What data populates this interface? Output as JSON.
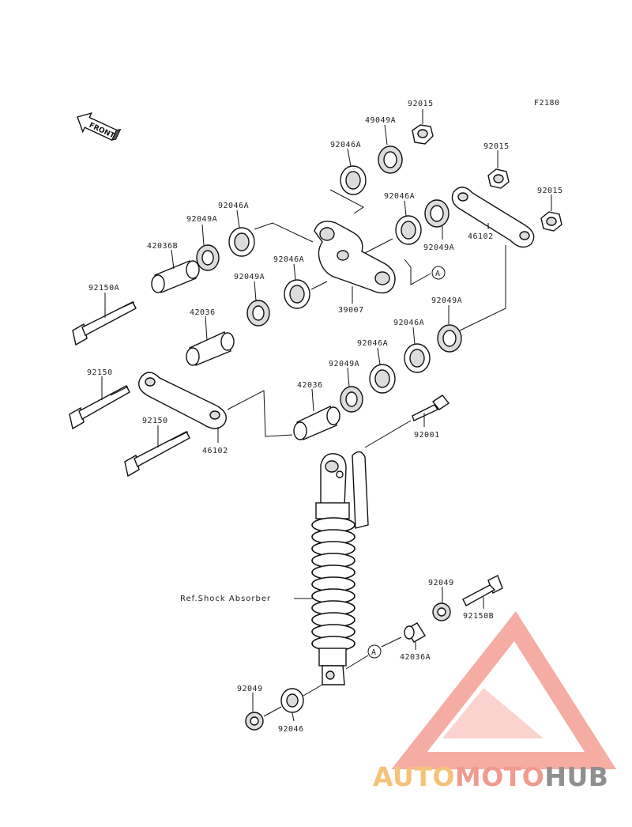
{
  "figure": {
    "code": "F2180",
    "front_label": "FRONT"
  },
  "labels": {
    "p92015a": "92015",
    "p49049a": "49049A",
    "p92046a_1": "92046A",
    "p92015b": "92015",
    "p92015c": "92015",
    "p92046a_2": "92046A",
    "p92046a_3": "92046A",
    "p92049a_1": "92049A",
    "p42036b": "42036B",
    "p92049a_2": "92049A",
    "p46102_1": "46102",
    "p92046a_4": "92046A",
    "p92150a": "92150A",
    "p92049a_3": "92049A",
    "p39007": "39007",
    "p92049a_4": "92049A",
    "p42036_1": "42036",
    "p92046a_5": "92046A",
    "p92046a_6": "92046A",
    "p92150_1": "92150",
    "p92049a_5": "92049A",
    "p42036_2": "42036",
    "p92150_2": "92150",
    "p92001": "92001",
    "p46102_2": "46102",
    "ref_shock": "Ref.Shock Absorber",
    "p92049_1": "92049",
    "p92150b": "92150B",
    "p42036a": "42036A",
    "p92049_2": "92049",
    "p92046": "92046",
    "ref_a1": "A",
    "ref_a2": "A"
  },
  "watermark": {
    "part1": "AUTO",
    "part2": "MOTO",
    "part3": "HUB",
    "colors": {
      "auto": "#f6c27a",
      "moto": "#f29a8e",
      "hub": "#8f8f8f",
      "logo": "#f4a59a"
    }
  }
}
